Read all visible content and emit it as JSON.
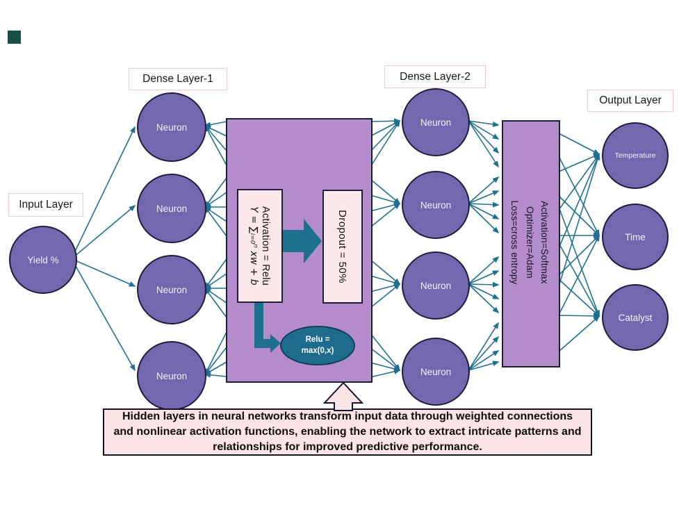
{
  "labels": {
    "input": "Input Layer",
    "dense1": "Dense Layer-1",
    "dense2": "Dense Layer-2",
    "output": "Output Layer"
  },
  "input_layer": {
    "node": "Yield %"
  },
  "dense1": {
    "neurons": [
      "Neuron",
      "Neuron",
      "Neuron",
      "Neuron"
    ]
  },
  "dense2": {
    "neurons": [
      "Neuron",
      "Neuron",
      "Neuron",
      "Neuron"
    ]
  },
  "output_layer": {
    "nodes": [
      "Temperature",
      "Time",
      "Catalyst"
    ]
  },
  "hidden_block1": {
    "activation_line1": "Activation = Relu",
    "activation_line2": "Y = ∑ᵢ₌₀ⁿ xw + b",
    "dropout": "Dropout = 50%",
    "relu_ellipse_line1": "Relu =",
    "relu_ellipse_line2": "max(0,x)"
  },
  "hidden_block2": {
    "line1": "Activation=Softmax",
    "line2": "Optimizer=Adam",
    "line3": "Loss=cross entropy"
  },
  "caption": {
    "text": "Hidden layers in neural networks transform input data through weighted connections and nonlinear activation functions, enabling the network to extract intricate patterns and relationships for improved predictive performance."
  },
  "colors": {
    "node_fill": "#7467af",
    "node_border": "#1c1c3c",
    "panel_fill": "#b58ccb",
    "pink_fill": "#fce8ea",
    "caption_fill": "#fce4e6",
    "teal_line": "#1f7090",
    "teal_solid": "#1d6c8e",
    "label_border": "#ecc9da",
    "corner_square": "#17504a"
  }
}
